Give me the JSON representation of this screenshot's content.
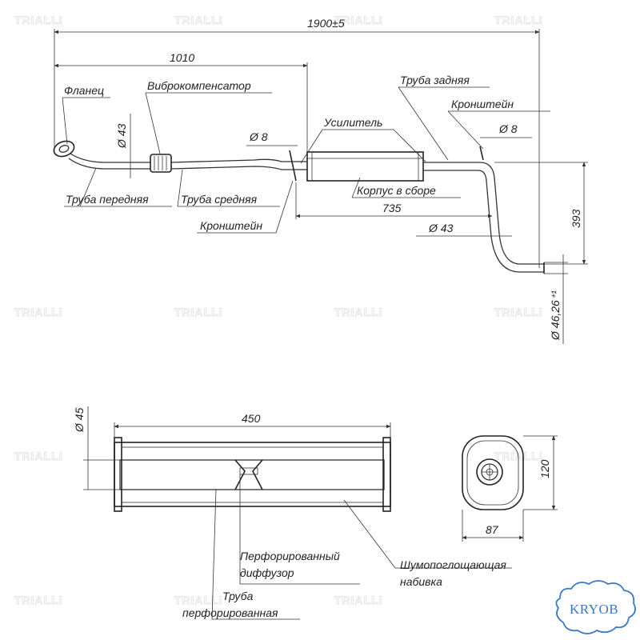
{
  "watermark": {
    "text": "TRIALLI"
  },
  "badge": {
    "text": "KRYOB",
    "color": "#3a78c4"
  },
  "dimensions": {
    "overall_length": "1900±5",
    "front_length": "1010",
    "flange_dia": "Ø 43",
    "bracket_dia_left": "Ø 8",
    "bracket_dia_right": "Ø 8",
    "body_length": "735",
    "tail_dia": "Ø 43",
    "height": "393",
    "outlet_dia": "Ø 46,26⁺¹",
    "section_length": "450",
    "section_dia": "Ø 45",
    "end_height": "120",
    "end_width": "87"
  },
  "labels": {
    "flange": "Фланец",
    "vibro": "Виброкомпенсатор",
    "rear_pipe": "Труба задняя",
    "bracket_top": "Кронштейн",
    "amplifier": "Усилитель",
    "body": "Корпус в сборе",
    "front_pipe": "Труба передняя",
    "middle_pipe": "Труба средняя",
    "bracket_bottom": "Кронштейн",
    "perf_diffuser_1": "Перфорированный",
    "perf_diffuser_2": "диффузор",
    "absorb_1": "Шумопоглощающая",
    "absorb_2": "набивка",
    "perf_pipe_1": "Труба",
    "perf_pipe_2": "перфорированная"
  }
}
